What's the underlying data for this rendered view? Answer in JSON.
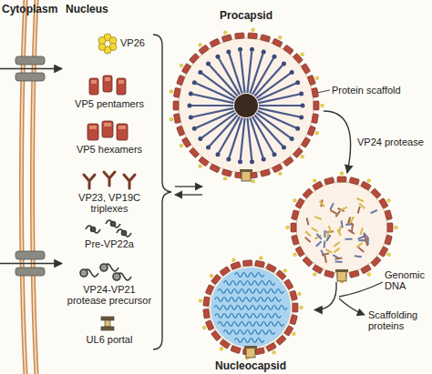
{
  "diagram": {
    "nodes": [
      {
        "text": [
          "Procapsid"
        ]
      },
      {
        "text": []
      },
      {
        "text": [
          "Nucleocapsid"
        ]
      }
    ],
    "edges": [
      {
        "from": 0,
        "to": 1,
        "arrow": "to",
        "label": "VP24 protease"
      },
      {
        "from": 1,
        "to": 2,
        "arrow": "to"
      }
    ],
    "labels": [
      "Cytoplasm",
      "Nucleus",
      "VP26",
      "VP5 pentamers",
      "VP5 hexamers",
      "VP23, VP19C triplexes",
      "Pre-VP22a",
      "VP24-VP21 protease precursor",
      "UL6 portal",
      "Protein scaffold",
      "Genomic DNA",
      "Scaffolding proteins"
    ]
  }
}
